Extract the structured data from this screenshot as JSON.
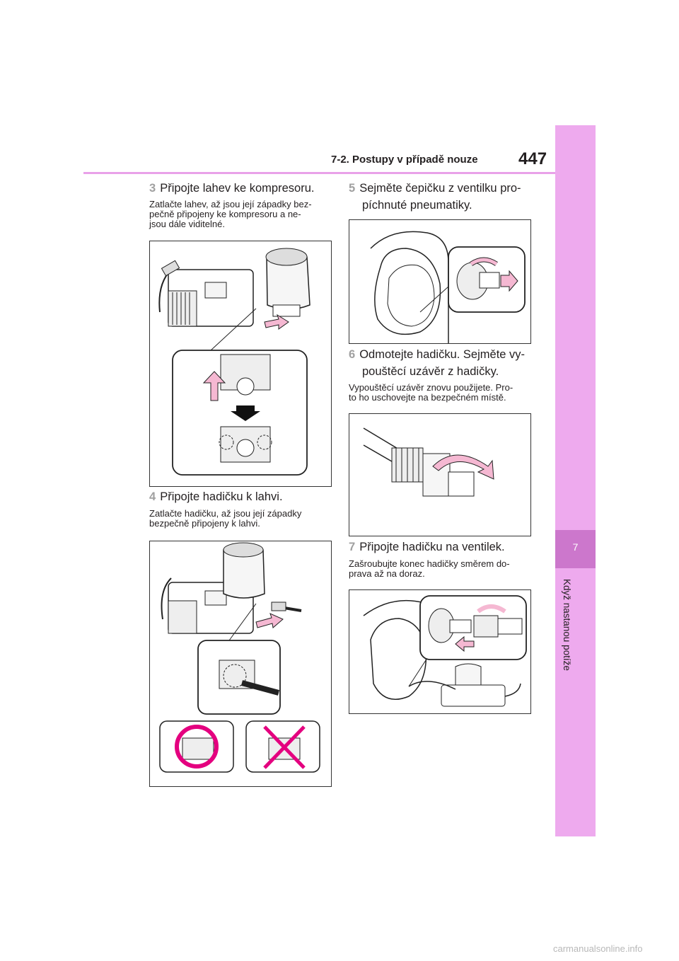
{
  "header": {
    "section": "7-2. Postupy v případě nouze",
    "page_number": "447"
  },
  "side_tab": {
    "chapter_number": "7",
    "chapter_title": "Když nastanou potíže"
  },
  "steps": [
    {
      "num": "3",
      "title": "Připojte lahev ke kompresoru.",
      "note": [
        "Zatlačte lahev, až jsou její západky bez-",
        "pečně připojeny ke kompresoru a ne-",
        "jsou dále viditelné."
      ]
    },
    {
      "num": "4",
      "title": "Připojte hadičku k lahvi.",
      "note": [
        "Zatlačte hadičku, až jsou její západky",
        "bezpečně připojeny k lahvi."
      ]
    },
    {
      "num": "5",
      "title": [
        "Sejměte čepičku z ventilku pro-",
        "píchnuté pneumatiky."
      ],
      "note": []
    },
    {
      "num": "6",
      "title": [
        "Odmotejte hadičku. Sejměte vy-",
        "pouštěcí uzávěr z hadičky."
      ],
      "note": [
        "Vypouštěcí uzávěr znovu použijete. Pro-",
        "to ho uschovejte na bezpečném místě."
      ]
    },
    {
      "num": "7",
      "title": "Připojte hadičku na ventilek.",
      "note": [
        "Zašroubujte konec hadičky směrem do-",
        "prava až na doraz."
      ]
    }
  ],
  "footer": {
    "watermark": "carmanualsonline.info"
  },
  "colors": {
    "accent": "#eeaaee",
    "accent_dark": "#cc77cc",
    "rule": "#e9a1e9",
    "highlight": "#e4007f",
    "arrow": "#f5b8d2"
  }
}
